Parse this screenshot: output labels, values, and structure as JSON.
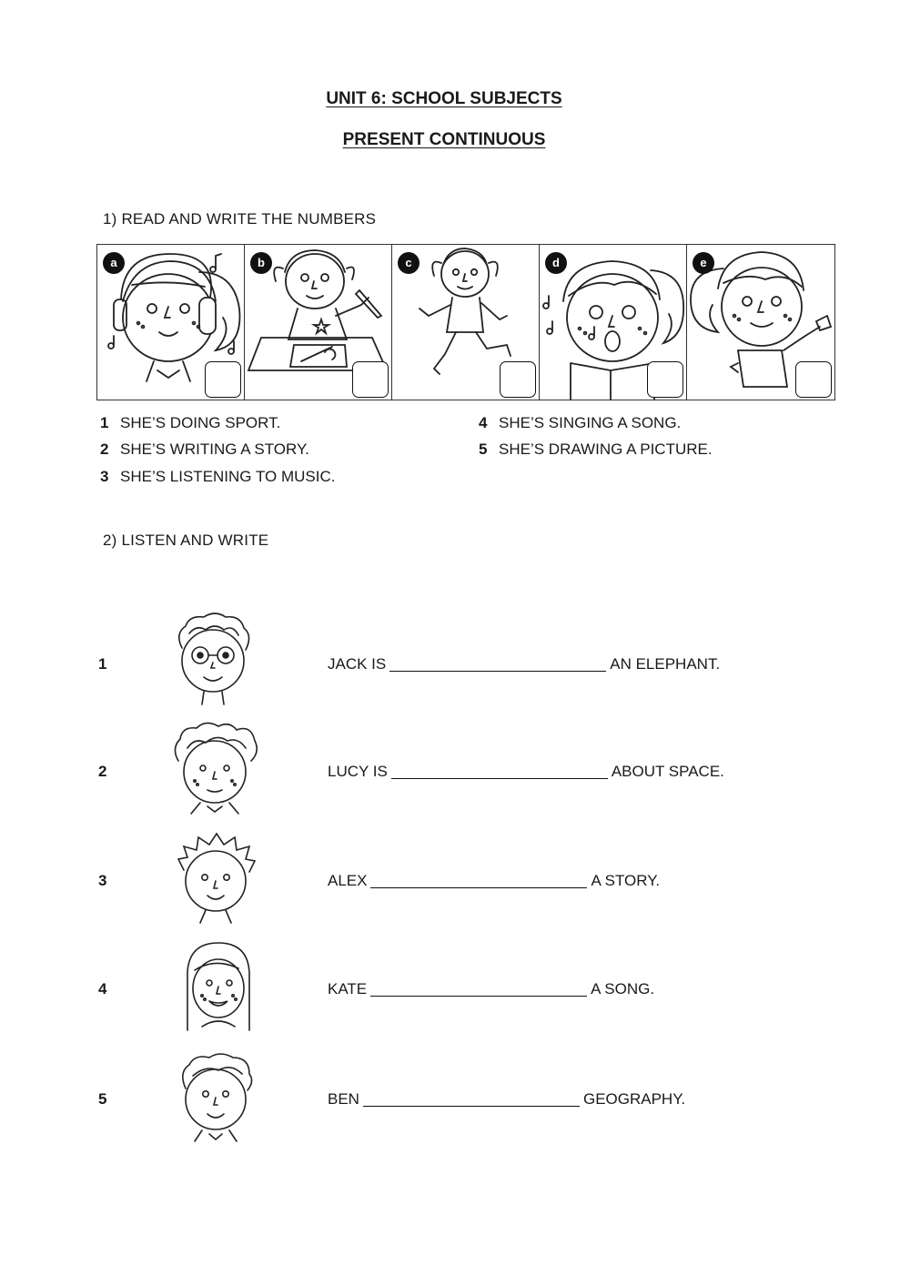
{
  "header": {
    "title": "UNIT 6: SCHOOL SUBJECTS",
    "subtitle": "PRESENT CONTINUOUS"
  },
  "exercise1": {
    "heading": "1)   READ AND WRITE THE NUMBERS",
    "pictures": [
      {
        "letter": "a",
        "icon": "girl-headphones-icon"
      },
      {
        "letter": "b",
        "icon": "girl-drawing-icon"
      },
      {
        "letter": "c",
        "icon": "girl-running-icon"
      },
      {
        "letter": "d",
        "icon": "girl-singing-icon"
      },
      {
        "letter": "e",
        "icon": "girl-writing-icon"
      }
    ],
    "sentences": [
      {
        "num": "1",
        "text": "SHE’S DOING SPORT."
      },
      {
        "num": "2",
        "text": "SHE’S WRITING A STORY."
      },
      {
        "num": "3",
        "text": "SHE’S LISTENING TO MUSIC."
      },
      {
        "num": "4",
        "text": "SHE’S SINGING A SONG."
      },
      {
        "num": "5",
        "text": "SHE’S DRAWING A PICTURE."
      }
    ]
  },
  "exercise2": {
    "heading": "2)   LISTEN AND WRITE",
    "rows": [
      {
        "num": "1",
        "before": "JACK IS",
        "after": "AN ELEPHANT.",
        "icon": "boy-glasses-icon"
      },
      {
        "num": "2",
        "before": "LUCY IS",
        "after": "ABOUT SPACE.",
        "icon": "girl-curly-hair-icon"
      },
      {
        "num": "3",
        "before": "ALEX",
        "after": "A STORY.",
        "icon": "boy-spiky-hair-icon"
      },
      {
        "num": "4",
        "before": "KATE",
        "after": "A SONG.",
        "icon": "girl-long-hair-icon"
      },
      {
        "num": "5",
        "before": "BEN",
        "after": "GEOGRAPHY.",
        "icon": "boy-short-hair-icon"
      }
    ]
  }
}
